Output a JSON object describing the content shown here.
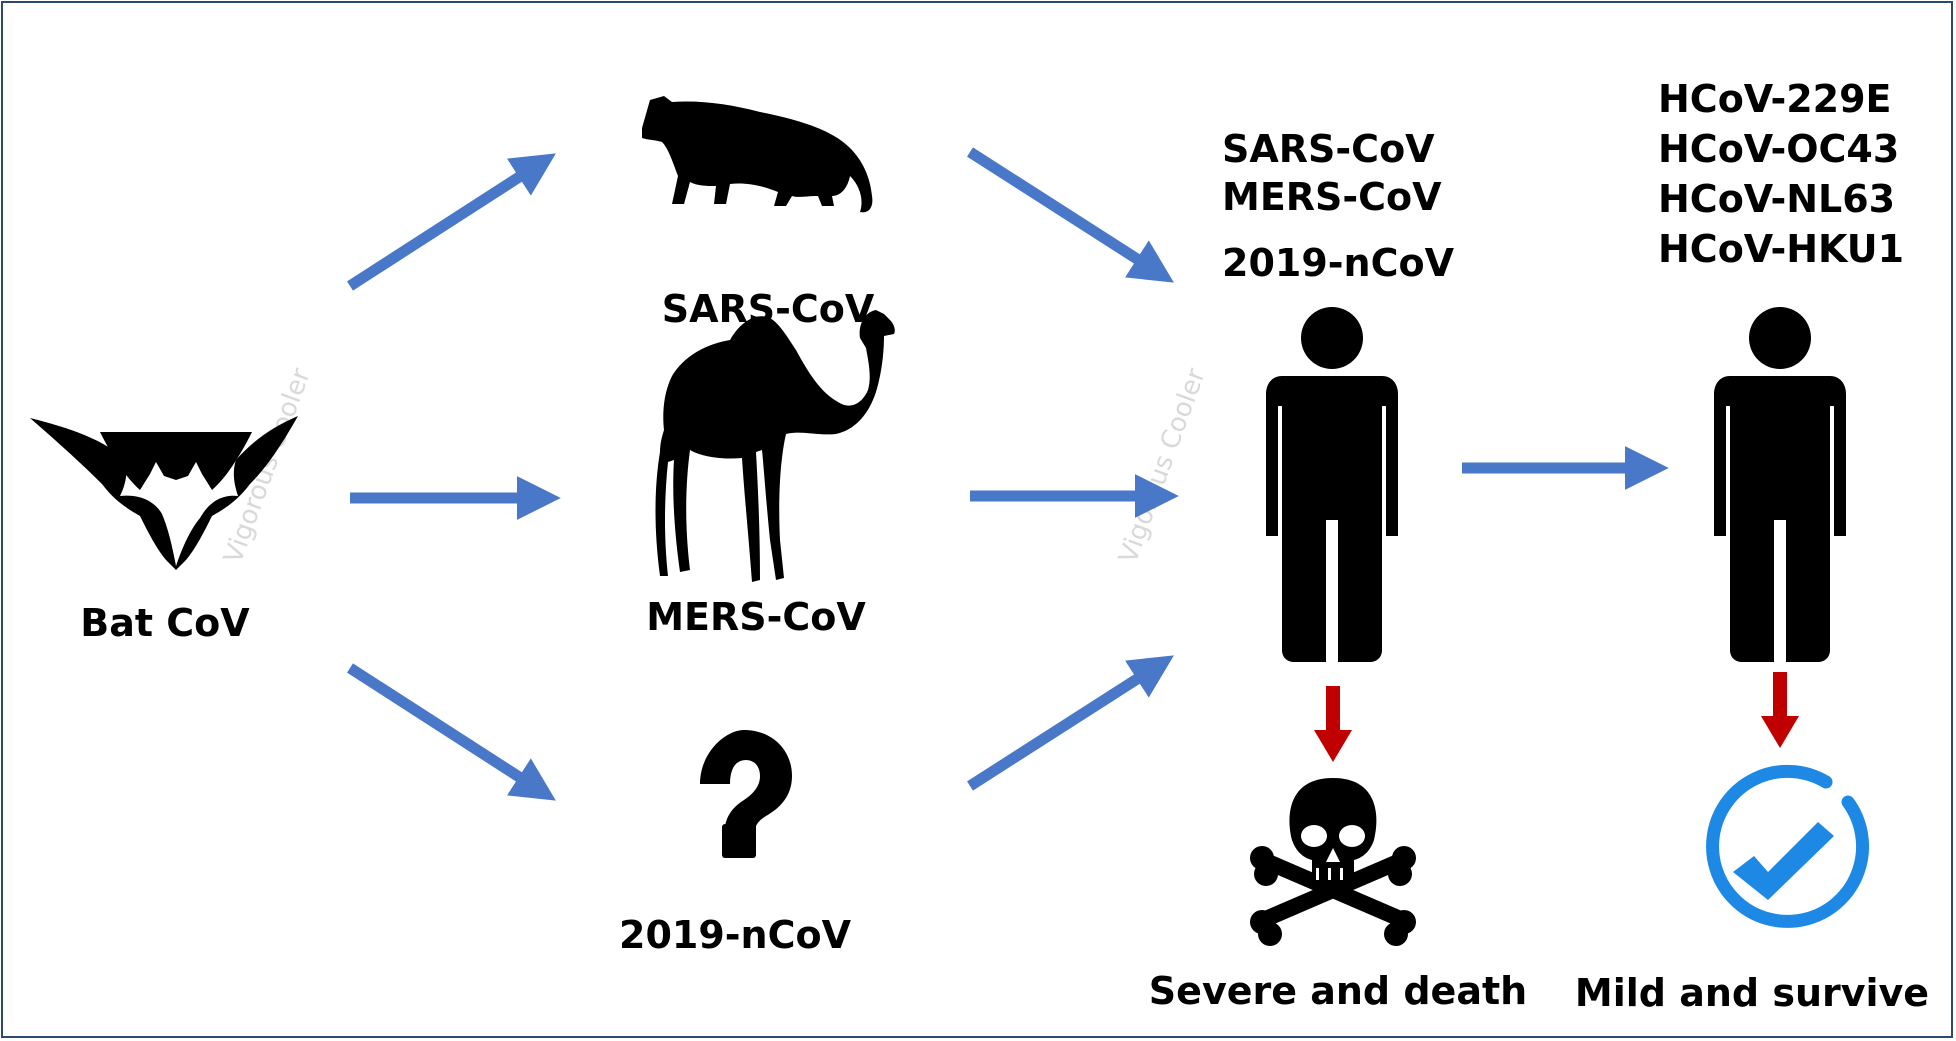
{
  "source": {
    "label": "Bat CoV",
    "icon": "bat-icon"
  },
  "intermediates": [
    {
      "label": "SARS-CoV",
      "icon": "civet-icon"
    },
    {
      "label": "MERS-CoV",
      "icon": "camel-icon"
    },
    {
      "label": "2019-nCoV",
      "icon": "question-mark-icon"
    }
  ],
  "human_severe": {
    "viruses": [
      "SARS-CoV",
      "MERS-CoV",
      "2019-nCoV"
    ],
    "outcome": "Severe and death",
    "outcome_icon": "skull-crossbones-icon"
  },
  "human_mild": {
    "viruses": [
      "HCoV-229E",
      "HCoV-OC43",
      "HCoV-NL63",
      "HCoV-HKU1"
    ],
    "outcome": "Mild and survive",
    "outcome_icon": "check-circle-icon"
  },
  "watermark": "Vigorous Cooler",
  "colors": {
    "transmission_arrow": "#4a78c8",
    "outcome_arrow": "#c00000",
    "check": "#1e88e5",
    "frame": "#2d4a6e"
  }
}
